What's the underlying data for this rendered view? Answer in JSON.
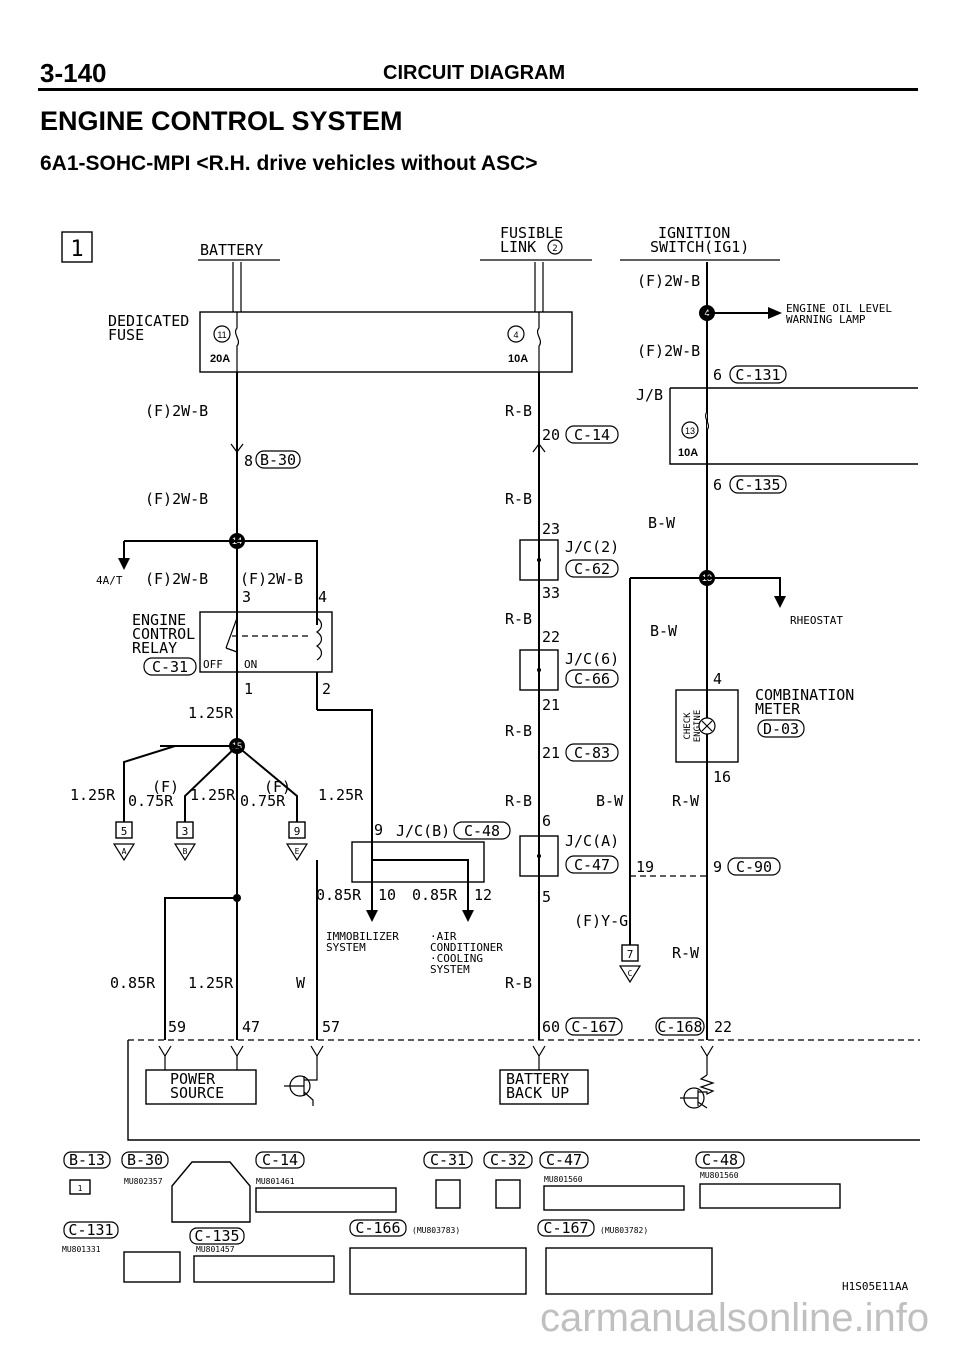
{
  "header": {
    "page_number": "3-140",
    "section": "CIRCUIT DIAGRAM",
    "title": "ENGINE CONTROL SYSTEM",
    "subtitle": "6A1-SOHC-MPI <R.H. drive vehicles without ASC>"
  },
  "diagram": {
    "sheet_number": "1",
    "battery": "BATTERY",
    "fusible_link": [
      "FUSIBLE",
      "LINK"
    ],
    "fusible_link_num": "2",
    "ignition_switch": [
      "IGNITION",
      "SWITCH(IG1)"
    ],
    "dedicated_fuse": [
      "DEDICATED",
      "FUSE"
    ],
    "fuse_11": "11",
    "fuse_11_rating": "20A",
    "fuse_4": "4",
    "fuse_4_rating": "10A",
    "fuse_13": "13",
    "fuse_13_rating": "10A",
    "wire_f2wb": "(F)2W-B",
    "wire_rb": "R-B",
    "wire_bw": "B-W",
    "wire_rw": "R-W",
    "wire_125r": "1.25R",
    "wire_075r": "0.75R",
    "wire_085r": "0.85R",
    "wire_w": "W",
    "wire_fyg": "(F)Y-G",
    "wire_f": "(F)",
    "engine_oil_lamp": [
      "ENGINE OIL LEVEL",
      "WARNING LAMP"
    ],
    "jb": "J/B",
    "four_at": "4A/T",
    "relay": [
      "ENGINE",
      "CONTROL",
      "RELAY"
    ],
    "relay_off": "OFF",
    "relay_on": "ON",
    "jc2": "J/C(2)",
    "jc6": "J/C(6)",
    "jcb": "J/C(B)",
    "jca": "J/C(A)",
    "rheostat": "RHEOSTAT",
    "combination_meter": [
      "COMBINATION",
      "METER"
    ],
    "check_engine": [
      "CHECK",
      "ENGINE"
    ],
    "immobilizer": [
      "IMMOBILIZER",
      "SYSTEM"
    ],
    "aircon": [
      "·AIR",
      "CONDITIONER",
      "·COOLING",
      "SYSTEM"
    ],
    "power_source": [
      "POWER",
      "SOURCE"
    ],
    "battery_backup": [
      "BATTERY",
      "BACK UP"
    ],
    "splices": [
      "14",
      "15",
      "13",
      "4"
    ],
    "pins": {
      "p8": "8",
      "p20": "20",
      "p23": "23",
      "p33": "33",
      "p22a": "22",
      "p21a": "21",
      "p21b": "21",
      "p6a": "6",
      "p6b": "6",
      "p6c": "6",
      "p3": "3",
      "p4": "4",
      "p1": "1",
      "p2": "2",
      "p9a": "9",
      "p10": "10",
      "p12": "12",
      "p5": "5",
      "p16": "16",
      "p19": "19",
      "p9b": "9",
      "p59": "59",
      "p47": "47",
      "p57": "57",
      "p60": "60",
      "p22b": "22"
    },
    "term_boxes": [
      "5",
      "3",
      "9",
      "7"
    ],
    "term_flags": [
      "A",
      "B",
      "E",
      "C"
    ],
    "connectors": {
      "B30": "B-30",
      "C14": "C-14",
      "C62": "C-62",
      "C66": "C-66",
      "C83": "C-83",
      "C48": "C-48",
      "C47": "C-47",
      "C31": "C-31",
      "C131": "C-131",
      "C135": "C-135",
      "D03": "D-03",
      "C90": "C-90",
      "C167": "C-167",
      "C168": "C-168"
    }
  },
  "legend": {
    "B13": "B-13",
    "B30": "B-30",
    "C14": "C-14",
    "C31": "C-31",
    "C32": "C-32",
    "C47": "C-47",
    "C48": "C-48",
    "C131": "C-131",
    "C135": "C-135",
    "C166": "C-166",
    "C167": "C-167",
    "mu_b30": "MU802357",
    "mu_c14": "MU801461",
    "mu_c47": "MU801560",
    "mu_c48": "MU801560",
    "mu_c131": "MU801331",
    "mu_c135": "MU801457",
    "mu_c166": "(MU803783)",
    "mu_c167": "(MU803782)",
    "b13_pin": "1"
  },
  "footer": {
    "figure_code": "H1S05E11AA",
    "watermark": "carmanualsonline.info"
  }
}
